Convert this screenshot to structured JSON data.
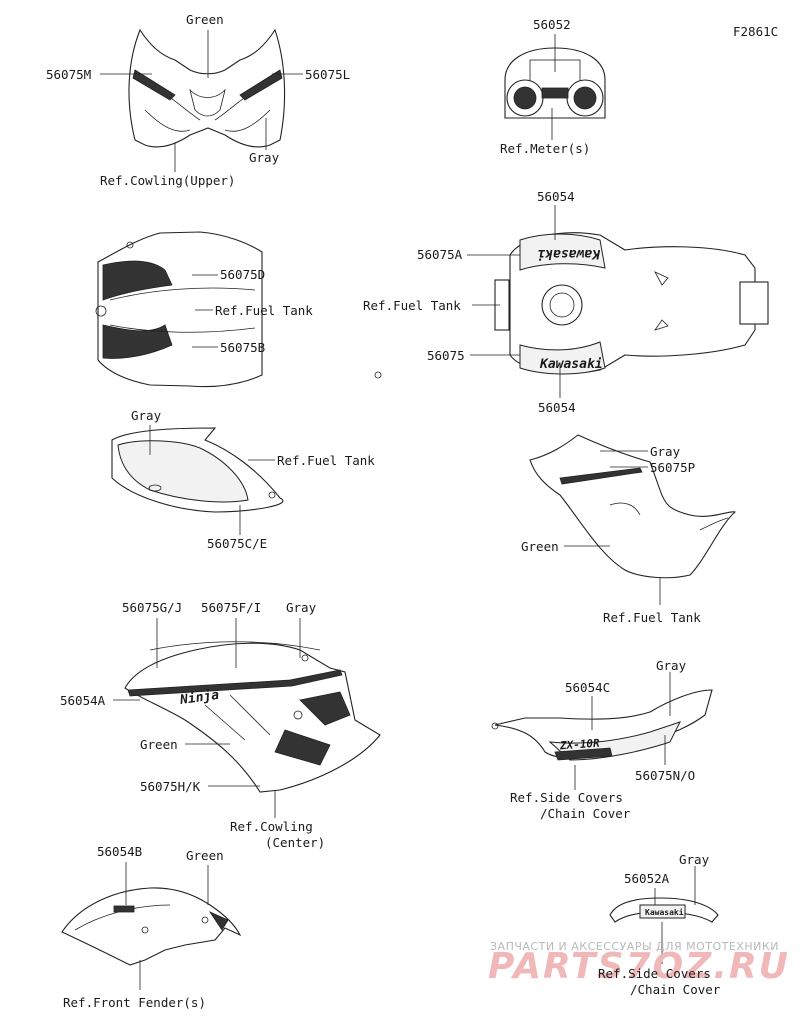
{
  "figure_code": "F2861C",
  "groups": {
    "upper_cowling": {
      "labels": [
        "Green",
        "56075M",
        "56075L",
        "Gray",
        "Ref.Cowling(Upper)"
      ]
    },
    "meter": {
      "labels": [
        "56052",
        "Ref.Meter(s)"
      ]
    },
    "tank_cover": {
      "labels": [
        "56075D",
        "Ref.Fuel Tank",
        "56075B"
      ]
    },
    "fuel_tank": {
      "labels": [
        "56054",
        "56075A",
        "Ref.Fuel Tank",
        "56075",
        "56054"
      ],
      "decal_text": "Kawasaki"
    },
    "tank_side_left": {
      "labels": [
        "Gray",
        "Ref.Fuel Tank",
        "56075C/E"
      ]
    },
    "tank_side_right": {
      "labels": [
        "Gray",
        "56075P",
        "Green",
        "Ref.Fuel Tank"
      ]
    },
    "center_cowling": {
      "labels": [
        "56075G/J",
        "56075F/I",
        "Gray",
        "56054A",
        "Green",
        "56075H/K",
        "Ref.Cowling",
        "(Center)"
      ],
      "decal_text": "Ninja"
    },
    "side_cover": {
      "labels": [
        "Gray",
        "56054C",
        "Ref.Side Covers",
        "/Chain Cover",
        "56075N/O"
      ],
      "decal_text": "ZX-10R"
    },
    "front_fender": {
      "labels": [
        "56054B",
        "Green",
        "Ref.Front Fender(s)"
      ]
    },
    "rear_cover": {
      "labels": [
        "Gray",
        "56052A",
        "Ref.Side Covers",
        "/Chain Cover"
      ],
      "decal_text": "Kawasaki"
    }
  },
  "watermark": {
    "line1": "ЗАПЧАСТИ И АКСЕССУАРЫ ДЛЯ МОТОТЕХНИКИ",
    "line2": "PARTS7OZ.RU"
  }
}
